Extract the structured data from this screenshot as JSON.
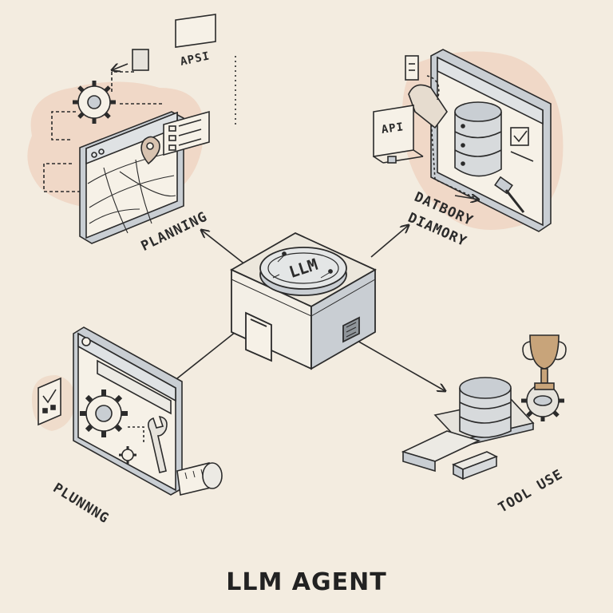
{
  "title": "LLM AGENT",
  "center": {
    "logo_text": "LLM"
  },
  "modules": [
    {
      "label": "PLANNING",
      "api_tag": "APSI"
    },
    {
      "label": "DATBORY",
      "label2": "DIAMORY",
      "api_tag": "API"
    },
    {
      "label": "PLUNNNG"
    },
    {
      "label": "TOOL USE"
    }
  ],
  "colors": {
    "background": "#f3ece0",
    "ink": "#2b2b2b",
    "panel_fill": "#f6f1e7",
    "shade": "#c9ced3",
    "wash": "#ecc9b2",
    "trophy": "#c8a47a"
  }
}
